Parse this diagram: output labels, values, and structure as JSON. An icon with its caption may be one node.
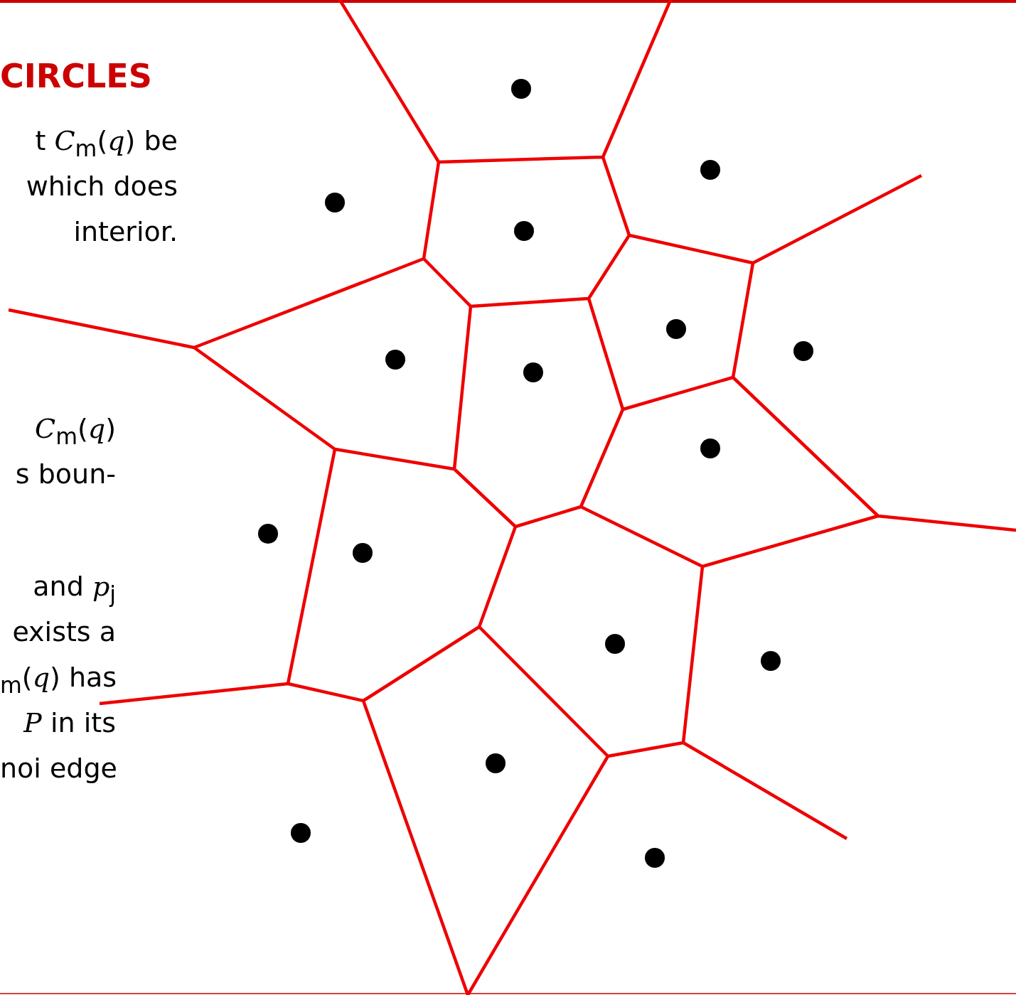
{
  "diagram": {
    "title": "CIRCLES",
    "labels": [
      "t *C*$_{m}$(*q*) be",
      "which does",
      "interior.",
      "*C*$_{m}$(*q*)",
      "s boun-",
      "and *p*$_{j}$",
      "exists a",
      "$_{m}$(*q*) has",
      "*P* in its",
      "noi edge"
    ]
  }
}
